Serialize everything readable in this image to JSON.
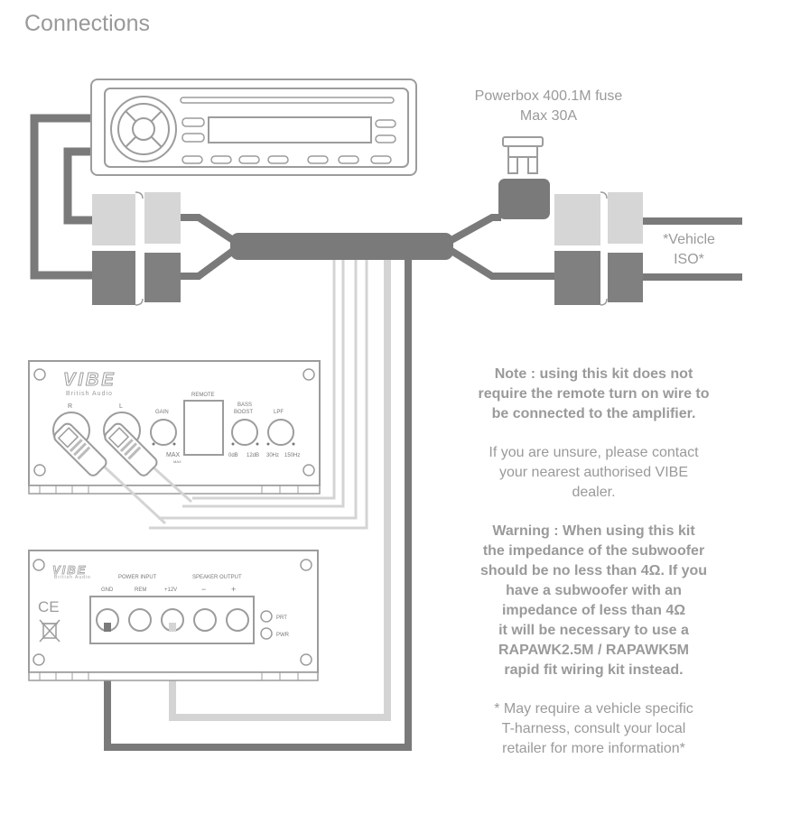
{
  "title": "Connections",
  "fuse": {
    "line1": "Powerbox 400.1M fuse",
    "line2": "Max 30A"
  },
  "vehicle_iso": {
    "line1": "*Vehicle",
    "line2": "ISO*"
  },
  "amp_top": {
    "brand": "VIBE",
    "sub_brand": "British Audio",
    "label_r": "R",
    "label_l": "L",
    "label_gain": "GAIN",
    "label_max": "MAX",
    "label_max_small": "MAX",
    "label_remote": "REMOTE",
    "label_bass_1": "BASS",
    "label_bass_2": "BOOST",
    "label_lpf": "LPF",
    "bass_0": "0dB",
    "bass_12": "12dB",
    "lpf_30": "30Hz",
    "lpf_150": "150Hz"
  },
  "amp_bottom": {
    "brand": "VIBE",
    "sub_brand": "British Audio",
    "power_input": "POWER INPUT",
    "speaker_output": "SPEAKER OUTPUT",
    "gnd": "GND",
    "rem": "REM",
    "plus12": "+12V",
    "minus": "−",
    "plus": "+",
    "prt": "PRT",
    "pwr": "PWR",
    "ce": "CE"
  },
  "notes": {
    "note1": "Note : using this kit does not\nrequire the remote turn on wire to\nbe connected to the amplifier.",
    "note2": "If you are unsure, please contact\nyour nearest authorised VIBE\ndealer.",
    "warning": "Warning : When using this kit\nthe impedance of the subwoofer\nshould be no less than 4Ω. If you\nhave a subwoofer with an\nimpedance of less than 4Ω\nit will be necessary to use a\nRAPAWK2.5M / RAPAWK5M\nrapid fit wiring kit instead.",
    "footnote": "* May require a vehicle specific\nT-harness, consult your local\nretailer for more information*"
  },
  "colors": {
    "dark_wire": "#7a7a7a",
    "light_wire": "#d4d4d4",
    "outline": "#9c9c9c",
    "text": "#9a9a9a"
  }
}
